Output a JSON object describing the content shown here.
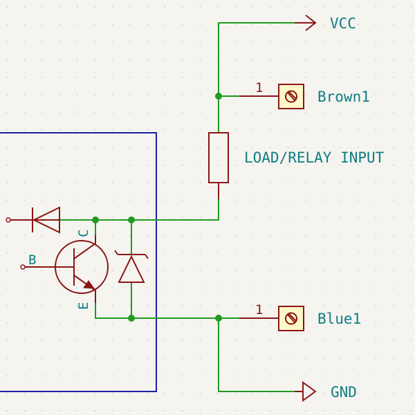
{
  "nets": {
    "vcc": "VCC",
    "gnd": "GND"
  },
  "connectors": {
    "top": {
      "pin": "1",
      "label": "Brown1"
    },
    "bottom": {
      "pin": "1",
      "label": "Blue1"
    }
  },
  "load": {
    "label": "LOAD/RELAY INPUT"
  },
  "transistor": {
    "base": "B",
    "collector": "C",
    "emitter": "E"
  },
  "colors": {
    "background": "#f5f4ef",
    "wire": "#1f9b1f",
    "component": "#8b1515",
    "label": "#0e7d85",
    "frame": "#1c1ca8",
    "connector_fill": "#fff9c9"
  }
}
